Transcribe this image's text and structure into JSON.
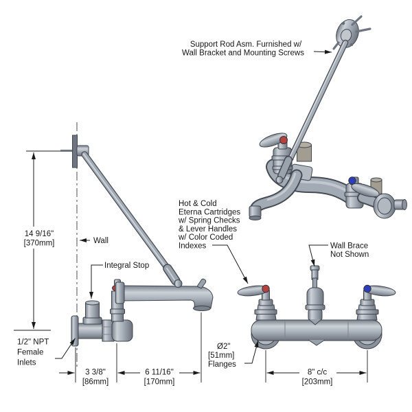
{
  "drawing": {
    "type": "technical-drawing",
    "subject": "wall-mount faucet with support rod, three views"
  },
  "colors": {
    "body_gray": "#a3abb5",
    "highlight": "#cdd2d8",
    "shadow": "#6d747e",
    "outline": "#3f454e",
    "hot_index": "#b5413e",
    "cold_index": "#2e3db8",
    "line": "#1a1a1a"
  },
  "labels": {
    "support_rod": {
      "line1": "Support Rod Asm. Furnished w/",
      "line2": "Wall Bracket and Mounting Screws"
    },
    "cartridges": {
      "lines": [
        "Hot & Cold",
        "Eterna Cartridges",
        "w/ Spring Checks",
        "& Lever Handles",
        "w/ Color Coded",
        "Indexes"
      ]
    },
    "wall_brace": {
      "line1": "Wall Brace",
      "line2": "Not Shown"
    },
    "wall": "Wall",
    "integral_stop": "Integral Stop",
    "inlets": {
      "lines": [
        "1/2\" NPT",
        "Female",
        "Inlets"
      ]
    },
    "flanges": {
      "lines": [
        "Ø2\"",
        "[51mm]",
        "Flanges"
      ]
    }
  },
  "dimensions": {
    "height": {
      "value": "14 9/16\"",
      "metric": "[370mm]"
    },
    "depth_wall": {
      "value": "3 3/8\"",
      "metric": "[86mm]"
    },
    "spout_reach": {
      "value": "6 11/16\"",
      "metric": "[170mm]"
    },
    "centers": {
      "value": "8\" c/c",
      "metric": "[203mm]"
    }
  }
}
